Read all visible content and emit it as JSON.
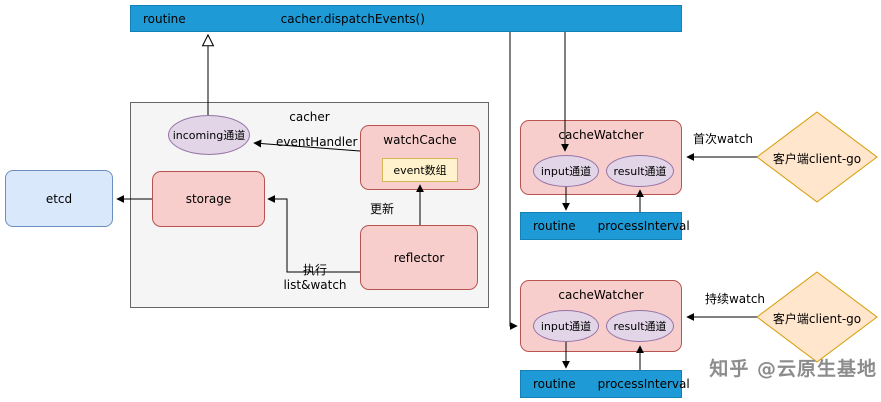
{
  "colors": {
    "routine_bar_blue": "#1e9bd7",
    "node_pink": "#f8cecc",
    "node_pink_border": "#b85450",
    "channel_purple": "#e1d5e7",
    "channel_purple_border": "#9673a6",
    "event_yellow": "#fff2cc",
    "etcd_blue": "#dae8fc",
    "client_diamond_fill": "#ffe6cc",
    "client_diamond_border": "#d79b00"
  },
  "top_bar": {
    "routine_label": "routine",
    "title": "cacher.dispatchEvents()"
  },
  "cacher": {
    "label": "cacher",
    "incoming_channel": "incoming通道",
    "event_handler_label": "eventHandler",
    "watch_cache_label": "watchCache",
    "event_array_label": "event数组",
    "storage_label": "storage",
    "reflector_label": "reflector",
    "update_label": "更新",
    "exec_line1": "执行",
    "exec_line2": "list&watch"
  },
  "etcd": {
    "label": "etcd"
  },
  "watchers": [
    {
      "label": "cacheWatcher",
      "input_channel": "input通道",
      "result_channel": "result通道",
      "routine_label": "routine",
      "process_label": "processInterval",
      "watch_label": "首次watch",
      "client_label": "客户端client-go"
    },
    {
      "label": "cacheWatcher",
      "input_channel": "input通道",
      "result_channel": "result通道",
      "routine_label": "routine",
      "process_label": "processInterval",
      "watch_label": "持续watch",
      "client_label": "客户端client-go"
    }
  ],
  "watermark": "知乎 @云原生基地"
}
